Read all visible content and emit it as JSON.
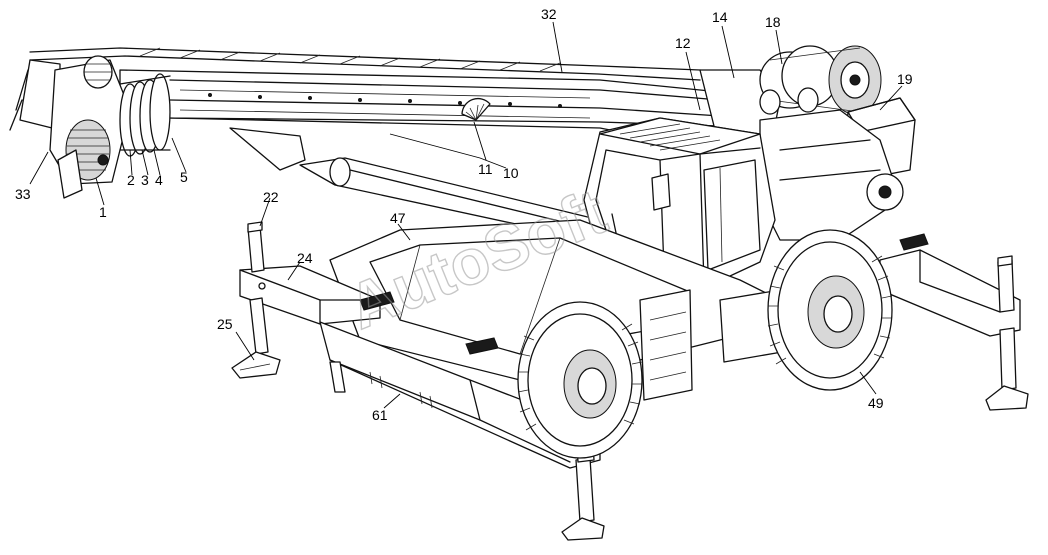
{
  "watermark": "AutoSoft",
  "callouts": [
    {
      "id": "c1",
      "label": "1"
    },
    {
      "id": "c2",
      "label": "2"
    },
    {
      "id": "c3",
      "label": "3"
    },
    {
      "id": "c4",
      "label": "4"
    },
    {
      "id": "c5",
      "label": "5"
    },
    {
      "id": "c10",
      "label": "10"
    },
    {
      "id": "c11",
      "label": "11"
    },
    {
      "id": "c12",
      "label": "12"
    },
    {
      "id": "c14",
      "label": "14"
    },
    {
      "id": "c18",
      "label": "18"
    },
    {
      "id": "c19",
      "label": "19"
    },
    {
      "id": "c22",
      "label": "22"
    },
    {
      "id": "c24",
      "label": "24"
    },
    {
      "id": "c25",
      "label": "25"
    },
    {
      "id": "c32",
      "label": "32"
    },
    {
      "id": "c33",
      "label": "33"
    },
    {
      "id": "c47",
      "label": "47"
    },
    {
      "id": "c49",
      "label": "49"
    },
    {
      "id": "c61",
      "label": "61"
    }
  ]
}
